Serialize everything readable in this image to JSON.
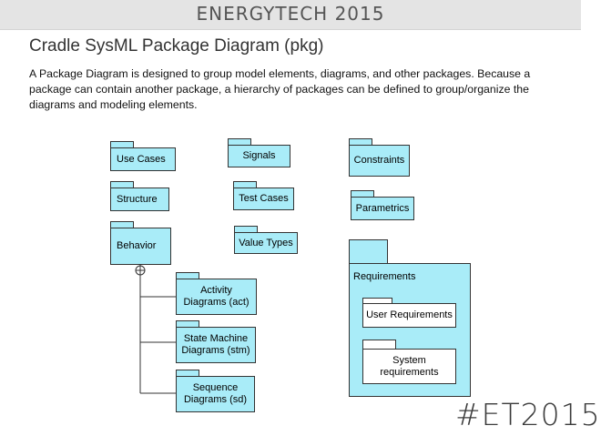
{
  "header": {
    "brand": "ENERGYTECH 2015"
  },
  "slide": {
    "title": "Cradle SysML Package Diagram (pkg)",
    "description": "A Package Diagram is designed to group model elements, diagrams, and other packages. Because a package can contain another package, a hierarchy of packages can be defined to group/organize the diagrams and modeling elements."
  },
  "diagram": {
    "packages": {
      "use_cases": "Use Cases",
      "structure": "Structure",
      "behavior": "Behavior",
      "activity": "Activity\nDiagrams (act)",
      "state_machine": "State Machine\nDiagrams (stm)",
      "sequence": "Sequence\nDiagrams (sd)",
      "signals": "Signals",
      "test_cases": "Test Cases",
      "value_types": "Value Types",
      "constraints": "Constraints",
      "parametrics": "Parametrics",
      "requirements": "Requirements",
      "user_requirements": "User Requirements",
      "system_requirements": "System\nrequirements"
    },
    "colors": {
      "package_fill": "#a9ecf8",
      "outline": "#333333"
    }
  },
  "footer": {
    "hashtag": "#ET2015"
  }
}
